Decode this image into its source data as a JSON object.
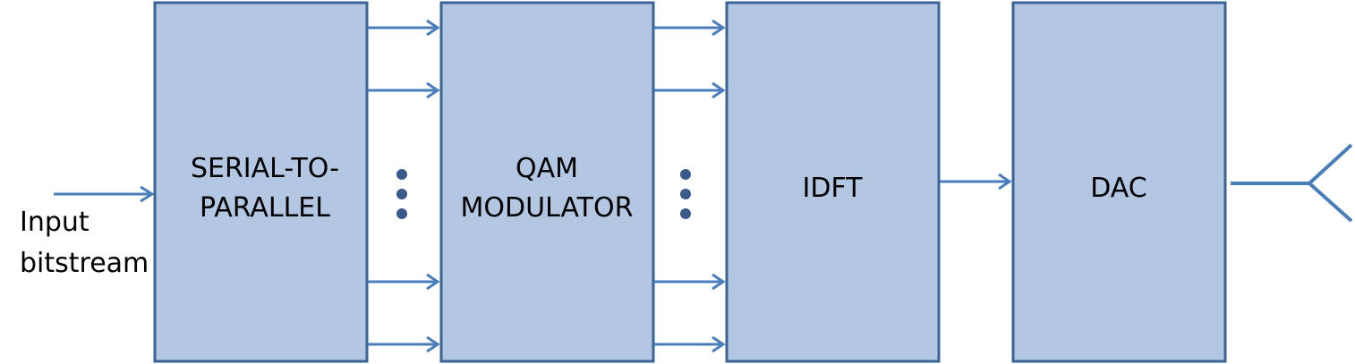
{
  "blocks": {
    "serial_to_parallel": {
      "line1": "SERIAL-TO-",
      "line2": "PARALLEL"
    },
    "qam_modulator": {
      "line1": "QAM",
      "line2": "MODULATOR"
    },
    "idft": {
      "label": "IDFT"
    },
    "dac": {
      "label": "DAC"
    }
  },
  "input": {
    "line1": "Input",
    "line2": "bitstream"
  },
  "colors": {
    "block_fill": "#b3c7e3",
    "block_stroke": "#3a6496",
    "arrow": "#4a7ebb",
    "dots": "#3a5a8c"
  }
}
